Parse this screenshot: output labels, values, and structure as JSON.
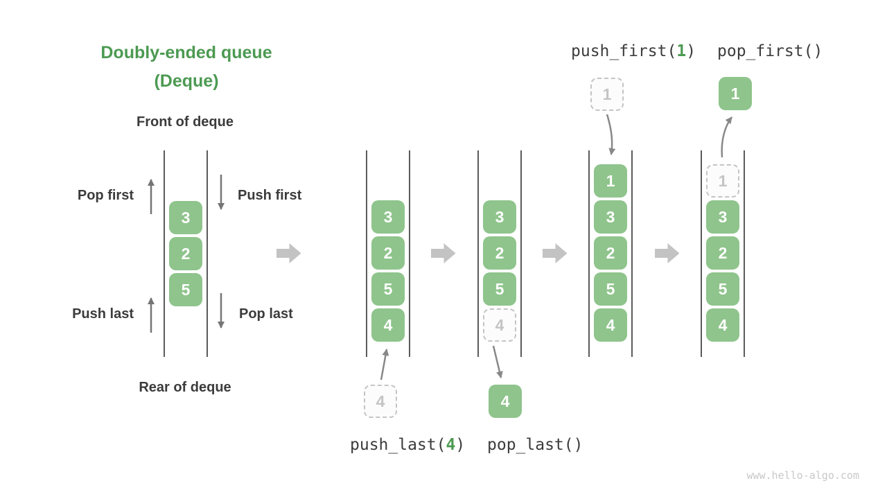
{
  "title": {
    "line1": "Doubly-ended queue",
    "line2": "(Deque)"
  },
  "labels": {
    "front": "Front of deque",
    "rear": "Rear of deque",
    "pop_first": "Pop first",
    "push_first": "Push first",
    "push_last": "Push last",
    "pop_last": "Pop last"
  },
  "operations": {
    "push_last": {
      "prefix": "push_last(",
      "arg": "4",
      "suffix": ")"
    },
    "pop_last": {
      "prefix": "pop_last()",
      "arg": "",
      "suffix": ""
    },
    "push_first": {
      "prefix": "push_first(",
      "arg": "1",
      "suffix": ")"
    },
    "pop_first": {
      "prefix": "pop_first()",
      "arg": "",
      "suffix": ""
    }
  },
  "queues": {
    "demo": {
      "cells": [
        {
          "value": "3"
        },
        {
          "value": "2"
        },
        {
          "value": "5"
        }
      ]
    },
    "after_push_last": {
      "cells": [
        {
          "value": "3"
        },
        {
          "value": "2"
        },
        {
          "value": "5"
        },
        {
          "value": "4"
        }
      ]
    },
    "after_pop_last": {
      "cells": [
        {
          "value": "3"
        },
        {
          "value": "2"
        },
        {
          "value": "5"
        },
        {
          "value": "4",
          "ghost": true
        }
      ]
    },
    "after_push_first": {
      "cells": [
        {
          "value": "1"
        },
        {
          "value": "3"
        },
        {
          "value": "2"
        },
        {
          "value": "5"
        },
        {
          "value": "4"
        }
      ]
    },
    "after_pop_first": {
      "cells": [
        {
          "value": "1",
          "ghost": true
        },
        {
          "value": "3"
        },
        {
          "value": "2"
        },
        {
          "value": "5"
        },
        {
          "value": "4"
        }
      ]
    }
  },
  "external_boxes": {
    "push_last_incoming": {
      "value": "4",
      "ghost": true
    },
    "pop_last_removed": {
      "value": "4",
      "ghost": false
    },
    "push_first_incoming": {
      "value": "1",
      "ghost": true
    },
    "pop_first_removed": {
      "value": "1",
      "ghost": false
    }
  },
  "icons": {
    "pop_first_arrow": "up-arrow-icon",
    "push_first_arrow": "down-arrow-icon",
    "push_last_arrow": "up-arrow-icon",
    "pop_last_arrow": "down-arrow-icon",
    "transition_arrow": "right-block-arrow-icon"
  },
  "colors": {
    "box_green": "#8fc48c",
    "accent_green": "#4c9a52",
    "text_dark": "#3b3b3b",
    "small_arrow_gray": "#757575",
    "flow_arrow_gray": "#888888",
    "transition_arrow_gray": "#c3c3c3",
    "ghost_gray": "#c4c4c4",
    "line_gray": "#5a5a5a",
    "watermark_gray": "#c8c8c8"
  },
  "watermark": "www.hello-algo.com"
}
